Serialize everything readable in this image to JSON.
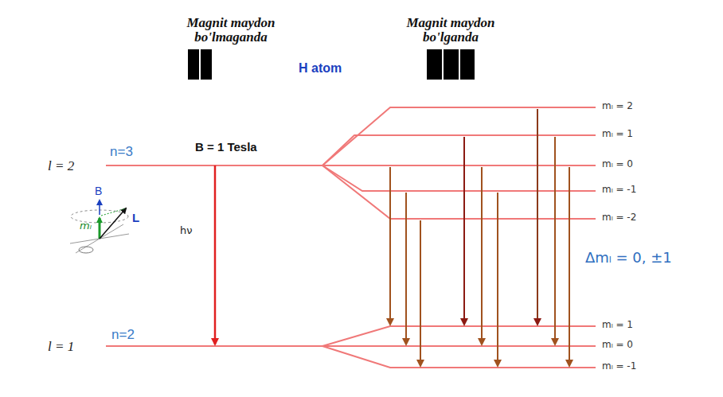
{
  "diagram": {
    "labels": [
      "Magnit maydon bo'lmaganda",
      "Magnit maydon bo'lganda",
      "H atom",
      "n=3",
      "l = 2",
      "B = 1 Tesla",
      "B",
      "mₗ",
      "L",
      "hν",
      "mₗ = 2",
      "mₗ = 1",
      "mₗ = 0",
      "mₗ = -1",
      "mₗ = -2",
      "Δmₗ = 0, ±1",
      "n=2",
      "l = 1",
      "mₗ = 1",
      "mₗ = 0",
      "mₗ = -1"
    ]
  }
}
